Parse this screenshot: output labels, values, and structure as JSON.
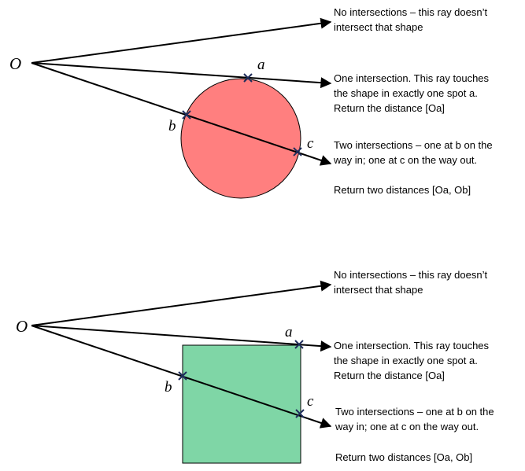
{
  "colors": {
    "circle_fill": "#ff7f7f",
    "square_fill": "#7fd6a6",
    "ray": "#000000",
    "marker": "#1f2d5c"
  },
  "labels": {
    "origin": "O",
    "point_a": "a",
    "point_b": "b",
    "point_c": "c"
  },
  "circle_panel": {
    "shape": "circle",
    "no_hit": [
      "No intersections – this ray doesn’t",
      "intersect that shape"
    ],
    "one_hit": [
      "One intersection. This ray touches",
      "the shape in exactly one spot a.",
      "Return the distance [Oa]"
    ],
    "two_hits": [
      "Two intersections – one at b on the",
      "way in; one at c on the way out."
    ],
    "two_hits_return": "Return two distances [Oa, Ob]"
  },
  "square_panel": {
    "shape": "square",
    "no_hit": [
      "No intersections – this ray doesn’t",
      "intersect that shape"
    ],
    "one_hit": [
      "One intersection. This ray touches",
      "the shape in exactly one spot a.",
      "Return the distance [Oa]"
    ],
    "two_hits": [
      "Two intersections – one at b on the",
      "way in; one at c on the way out."
    ],
    "two_hits_return": "Return two distances [Oa, Ob]"
  }
}
